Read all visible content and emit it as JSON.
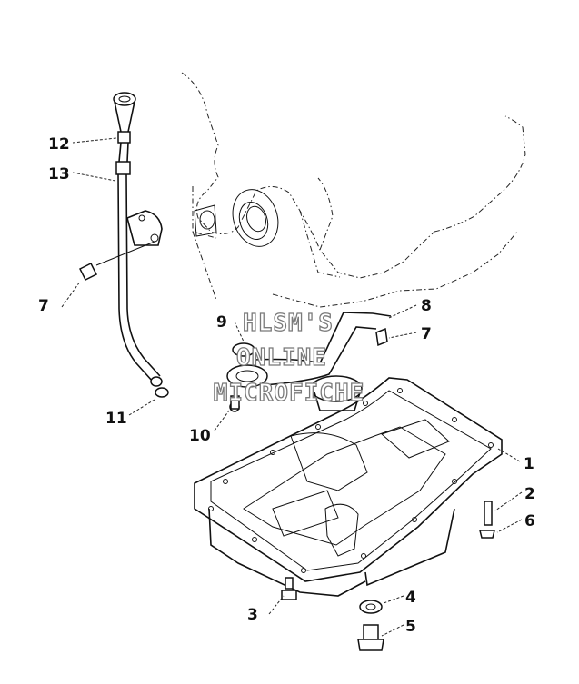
{
  "callouts": {
    "c1": "1",
    "c2": "2",
    "c3": "3",
    "c4": "4",
    "c5": "5",
    "c6": "6",
    "c7a": "7",
    "c7b": "7",
    "c8": "8",
    "c9": "9",
    "c10": "10",
    "c11": "11",
    "c12": "12",
    "c13": "13"
  },
  "watermark": {
    "line1": "HLSM'S",
    "line2": "ONLINE",
    "line3": "MICROFICHE"
  }
}
